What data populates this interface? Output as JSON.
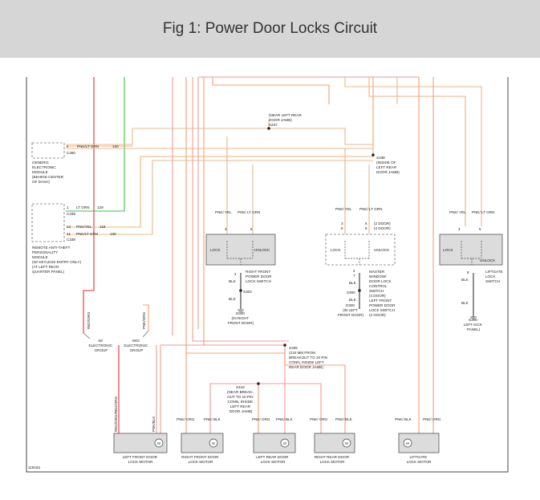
{
  "page": {
    "title": "Fig 1: Power Door Locks Circuit"
  },
  "diagram": {
    "figure_id": "119163",
    "colors": {
      "pnk_lt_grn": "#e8b88e",
      "pnk_yel": "#f0b07a",
      "pnk_blk": "#f19a90",
      "pnk_org": "#f4a070",
      "lt_grn": "#39c43a",
      "red_trunk": "#e03030",
      "frame": "#444444"
    },
    "splices": {
      "s237": [
        "(NEAR LEFT REAR",
        "DOOR JAMB)",
        "S237"
      ],
      "s338": [
        "S338",
        "(INSIDE OF",
        "LEFT REAR",
        "DOOR JAMB)"
      ],
      "s339": [
        "S339",
        "(210 MM FROM",
        "BREAKOUT TO 10 PIN",
        "CONN, INSIDE LEFT",
        "REAR DOOR JAMB)"
      ],
      "s343": [
        "S343",
        "(NEAR BREAK-",
        "OUT TO 10 PIN",
        "CONN, INSIDE",
        "LEFT REAR",
        "DOOR JAMB)"
      ]
    },
    "modules": {
      "gem": {
        "label": [
          "GENERIC",
          "ELECTRONIC",
          "MODULE",
          "(BEHIND CENTER",
          "OF DASH)"
        ],
        "pin": "4",
        "conn": "C280",
        "wire": "PNK/LT GRN",
        "circuit": "130"
      },
      "rap": {
        "label": [
          "REMOTE ANTI-THEFT",
          "PERSONALITY",
          "MODULE",
          "(W/ KEYLESS ENTRY ONLY)",
          "(AT LEFT REAR",
          "QUARTER PANEL)"
        ],
        "pins": [
          {
            "pin": "1",
            "conn": "C339",
            "wire": "LT GRN",
            "circuit": "129"
          },
          {
            "pin": "22",
            "conn": "",
            "wire": "PNK/YEL",
            "circuit": "118"
          },
          {
            "pin": "11",
            "conn": "C338",
            "wire": "PNK/LT GRN",
            "circuit": "130"
          }
        ]
      }
    },
    "switches": {
      "rf": {
        "top_wires": [
          "PNK/ YEL",
          "PNK/ LT GRN"
        ],
        "pins": [
          "3",
          "5",
          "4"
        ],
        "lock": "LOCK",
        "unlock": "UNLOCK",
        "label": [
          "RIGHT FRONT",
          "POWER DOOR",
          "LOCK SWITCH"
        ],
        "ground_wire": "BLK",
        "ground_splice": "S303",
        "ground": "G300",
        "ground_loc": [
          "(IN RIGHT",
          "FRONT DOOR)"
        ]
      },
      "master": {
        "top_wires": [
          "PNK/ YEL",
          "PNK/ LT GRN"
        ],
        "door_notes": [
          "(2 DOOR)",
          "(4 DOOR)"
        ],
        "pins_left": [
          "3",
          "6"
        ],
        "pins_right": [
          "5",
          "8"
        ],
        "bottom_pins": [
          "4",
          "7"
        ],
        "lock": "LOCK",
        "unlock": "UNLOCK",
        "label": [
          "MASTER",
          "WINDOW/",
          "DOOR LOCK",
          "CONTROL",
          "SWITCH",
          "(4 DOOR)",
          "LEFT FRONT",
          "POWER DOOR",
          "LOCK SWITCH",
          "(2 DOOR)"
        ],
        "ground_wire": "BLK",
        "ground_splice": "S300",
        "ground": "G300",
        "ground_loc": [
          "(IN LEFT",
          "FRONT DOOR)"
        ]
      },
      "liftgate": {
        "top_wires": [
          "PNK/ YEL",
          "PNK/ LT GRN"
        ],
        "pins": [
          "4",
          "5",
          "8"
        ],
        "lock": "LOCK",
        "unlock": "UNLOCK",
        "label": [
          "LIFTGATE",
          "LOCK",
          "SWITCH"
        ],
        "ground_wire": "BLK",
        "ground_wire2": "BLK",
        "ground": "G300",
        "ground_loc": [
          "LEFT KICK",
          "PANEL)"
        ]
      }
    },
    "groups": {
      "with": [
        "W/",
        "ELECTRONIC",
        "GROUP"
      ],
      "without": [
        "W/O",
        "ELECTRONIC",
        "GROUP"
      ],
      "trunk_left": "RED/ORG",
      "trunk_right": "PNK/ORG",
      "motor_wire_left": "RED/ORG/RED/ORG",
      "motor_wire_right": "PNK/BLK"
    },
    "motors": [
      {
        "name": [
          "LEFT FRONT DOOR",
          "LOCK MOTOR"
        ],
        "wires": [
          "",
          ""
        ]
      },
      {
        "name": [
          "RIGHT FRONT DOOR",
          "LOCK MOTOR"
        ],
        "wires": [
          "PNK/ ORG",
          "PNK/ BLK"
        ]
      },
      {
        "name": [
          "LEFT REAR DOOR",
          "LOCK MOTOR"
        ],
        "wires": [
          "PNK/ ORG",
          "PNK/ BLK"
        ]
      },
      {
        "name": [
          "RIGHT REAR DOOR",
          "LOCK MOTOR"
        ],
        "wires": [
          "PNK/ ORG",
          "PNK/ BLK"
        ]
      },
      {
        "name": [
          "LIFTGATE",
          "LOCK MOTOR"
        ],
        "wires": [
          "PNK/ BLK",
          "PNK/ ORG"
        ]
      }
    ]
  }
}
